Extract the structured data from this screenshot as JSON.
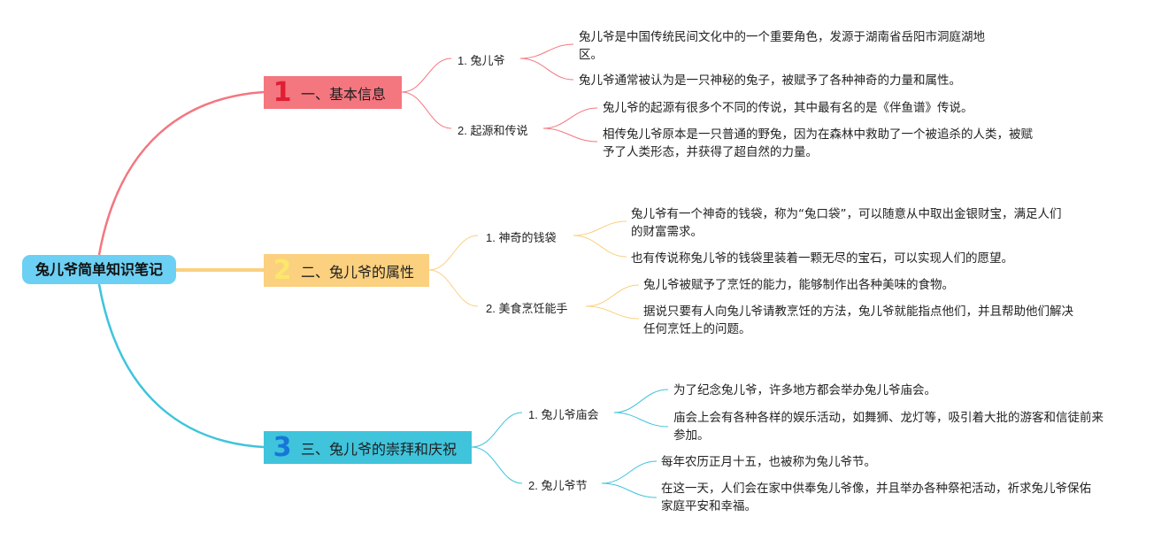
{
  "root": {
    "label": "兔儿爷简单知识笔记"
  },
  "colors": {
    "root": "#6cd0f4",
    "branch1": "#f4767f",
    "branch2": "#fbd07f",
    "branch3": "#3fc4dc"
  },
  "branches": [
    {
      "number": "1",
      "label": "一、基本信息",
      "subs": [
        {
          "label": "1. 兔儿爷",
          "leaves": [
            "兔儿爷是中国传统民间文化中的一个重要角色，发源于湖南省岳阳市洞庭湖地区。",
            "兔儿爷通常被认为是一只神秘的兔子，被赋予了各种神奇的力量和属性。"
          ]
        },
        {
          "label": "2. 起源和传说",
          "leaves": [
            "兔儿爷的起源有很多个不同的传说，其中最有名的是《伴鱼谱》传说。",
            "相传兔儿爷原本是一只普通的野兔，因为在森林中救助了一个被追杀的人类，被赋予了人类形态，并获得了超自然的力量。"
          ]
        }
      ]
    },
    {
      "number": "2",
      "label": "二、兔儿爷的属性",
      "subs": [
        {
          "label": "1. 神奇的钱袋",
          "leaves": [
            "兔儿爷有一个神奇的钱袋，称为“兔口袋”，可以随意从中取出金银财宝，满足人们的财富需求。",
            "也有传说称兔儿爷的钱袋里装着一颗无尽的宝石，可以实现人们的愿望。"
          ]
        },
        {
          "label": "2. 美食烹饪能手",
          "leaves": [
            "兔儿爷被赋予了烹饪的能力，能够制作出各种美味的食物。",
            "据说只要有人向兔儿爷请教烹饪的方法，兔儿爷就能指点他们，并且帮助他们解决任何烹饪上的问题。"
          ]
        }
      ]
    },
    {
      "number": "3",
      "label": "三、兔儿爷的崇拜和庆祝",
      "subs": [
        {
          "label": "1. 兔儿爷庙会",
          "leaves": [
            "为了纪念兔儿爷，许多地方都会举办兔儿爷庙会。",
            "庙会上会有各种各样的娱乐活动，如舞狮、龙灯等，吸引着大批的游客和信徒前来参加。"
          ]
        },
        {
          "label": "2. 兔儿爷节",
          "leaves": [
            "每年农历正月十五，也被称为兔儿爷节。",
            "在这一天，人们会在家中供奉兔儿爷像，并且举办各种祭祀活动，祈求兔儿爷保佑家庭平安和幸福。"
          ]
        }
      ]
    }
  ]
}
